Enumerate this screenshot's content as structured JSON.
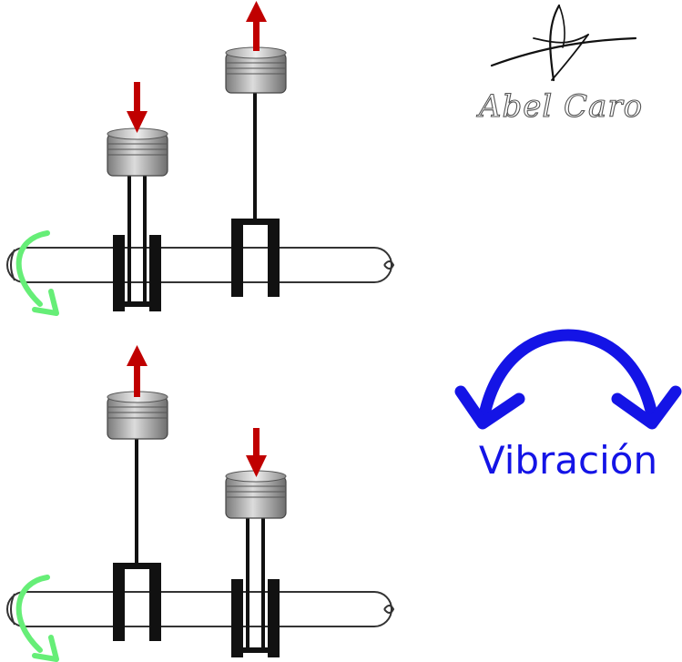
{
  "figure": {
    "vibration_label": "Vibración",
    "signature": "Abel Caro"
  },
  "colors": {
    "force_arrow": "#c00000",
    "rotation_arrow": "#66ee77",
    "vibration": "#1414e6",
    "crank": "#111111",
    "shaft_fill": "#ffffff",
    "shaft_stroke": "#333333"
  },
  "icons": {
    "force": "arrow-icon",
    "rotation": "curved-arrow-icon",
    "vibration": "double-curved-arrow-icon",
    "signature": "signature-logo-icon"
  },
  "configurations": [
    {
      "name": "top",
      "left_piston": "down",
      "right_piston": "up"
    },
    {
      "name": "bottom",
      "left_piston": "up",
      "right_piston": "down"
    }
  ]
}
